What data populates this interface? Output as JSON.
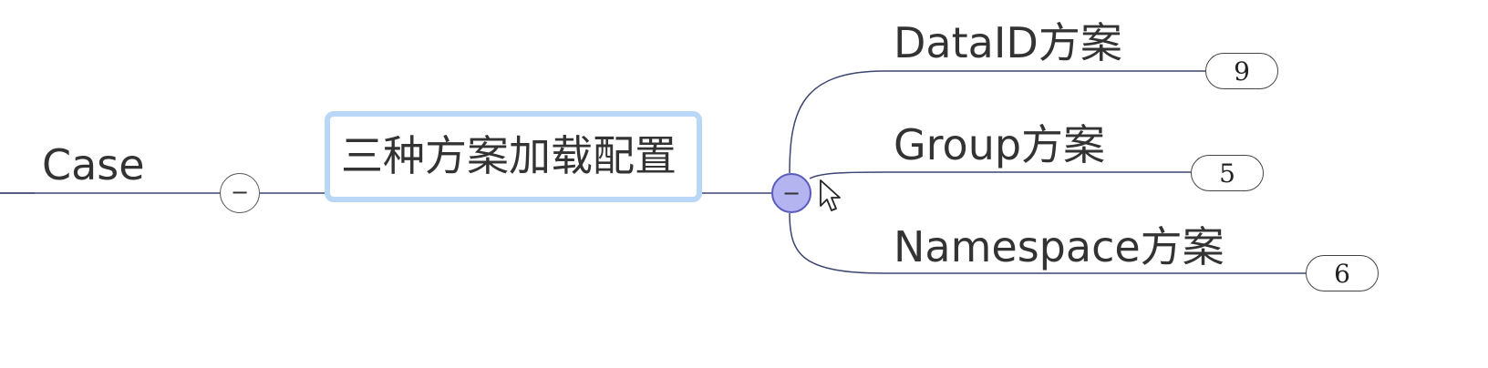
{
  "root": {
    "label": "Case"
  },
  "central": {
    "label": "三种方案加载配置",
    "collapse_symbol": "−"
  },
  "left_toggle": {
    "symbol": "−"
  },
  "branches": [
    {
      "label": "DataID方案",
      "count": "9"
    },
    {
      "label": "Group方案",
      "count": "5"
    },
    {
      "label": "Namespace方案",
      "count": "6"
    }
  ],
  "colors": {
    "line": "#3d4570",
    "central_border": "#b9d7f7",
    "toggle_active_fill": "#b4b4f0",
    "toggle_active_border": "#5b5bbf",
    "text": "#333333"
  },
  "icons": {
    "cursor": "pointer-arrow-icon",
    "collapse": "minus-icon"
  }
}
